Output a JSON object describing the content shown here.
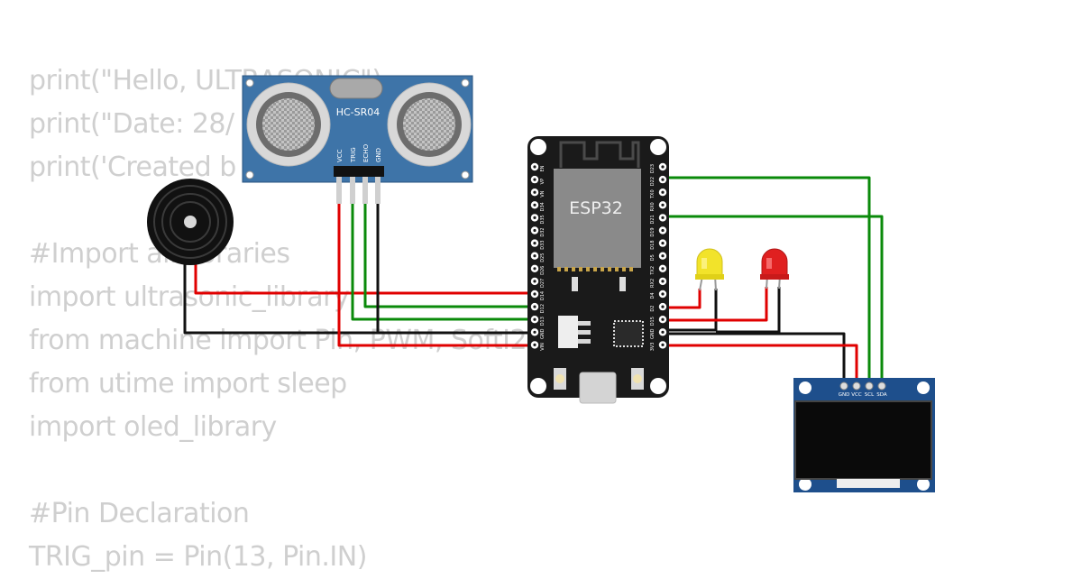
{
  "code_lines": [
    "print(\"Hello, ULTRASONIC\")",
    "print(\"Date: 28/",
    "print('Created b",
    "",
    "#Import all libraries",
    "import ultrasonic_library",
    "from machine import Pin, PWM, SoftI2C",
    "from utime import sleep",
    "import oled_library",
    "",
    "#Pin Declaration",
    "TRIG_pin = Pin(13, Pin.IN)"
  ],
  "sensor": {
    "model": "HC-SR04",
    "pins": [
      "VCC",
      "TRIG",
      "ECHO",
      "GND"
    ]
  },
  "board": {
    "label": "ESP32",
    "left_pins": [
      "EN",
      "VP",
      "VN",
      "D34",
      "D35",
      "D32",
      "D33",
      "D25",
      "D26",
      "D27",
      "D14",
      "D12",
      "D13",
      "GND",
      "VIN"
    ],
    "right_pins": [
      "D23",
      "D22",
      "TX0",
      "RX0",
      "D21",
      "D19",
      "D18",
      "D5",
      "TX2",
      "RX2",
      "D4",
      "D2",
      "D15",
      "GND",
      "3V3"
    ]
  },
  "oled": {
    "pins": [
      "GND",
      "VCC",
      "SCL",
      "SDA"
    ]
  },
  "leds": [
    {
      "color": "yellow"
    },
    {
      "color": "red"
    }
  ],
  "colors": {
    "wire_red": "#e00000",
    "wire_green": "#0a8a0a",
    "wire_black": "#111111",
    "sensor_board": "#3e74a8",
    "esp_board": "#1a1a1a",
    "oled_board": "#1e4f8c",
    "led_yellow": "#f2e32a",
    "led_red": "#e02020"
  }
}
